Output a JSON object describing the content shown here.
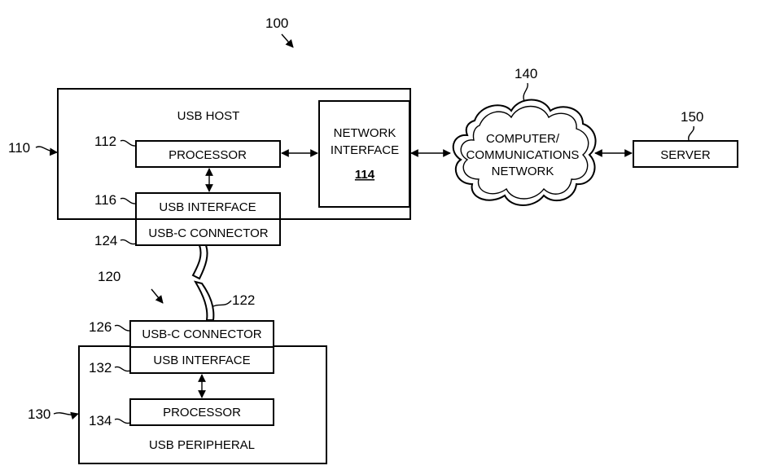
{
  "figure": {
    "ref_main": "100",
    "usb_host": {
      "label": "USB HOST",
      "ref": "110",
      "processor": {
        "label": "PROCESSOR",
        "ref": "112"
      },
      "network_interface": {
        "line1": "NETWORK",
        "line2": "INTERFACE",
        "ref": "114"
      },
      "usb_interface": {
        "label": "USB INTERFACE",
        "ref": "116"
      }
    },
    "host_connector": {
      "label": "USB-C CONNECTOR",
      "ref": "124"
    },
    "cable": {
      "ref_assembly": "120",
      "ref_cable": "122"
    },
    "peripheral_connector": {
      "label": "USB-C CONNECTOR",
      "ref": "126"
    },
    "usb_peripheral": {
      "label": "USB PERIPHERAL",
      "ref": "130",
      "usb_interface": {
        "label": "USB INTERFACE",
        "ref": "132"
      },
      "processor": {
        "label": "PROCESSOR",
        "ref": "134"
      }
    },
    "network": {
      "line1": "COMPUTER/",
      "line2": "COMMUNICATIONS",
      "line3": "NETWORK",
      "ref": "140"
    },
    "server": {
      "label": "SERVER",
      "ref": "150"
    }
  }
}
